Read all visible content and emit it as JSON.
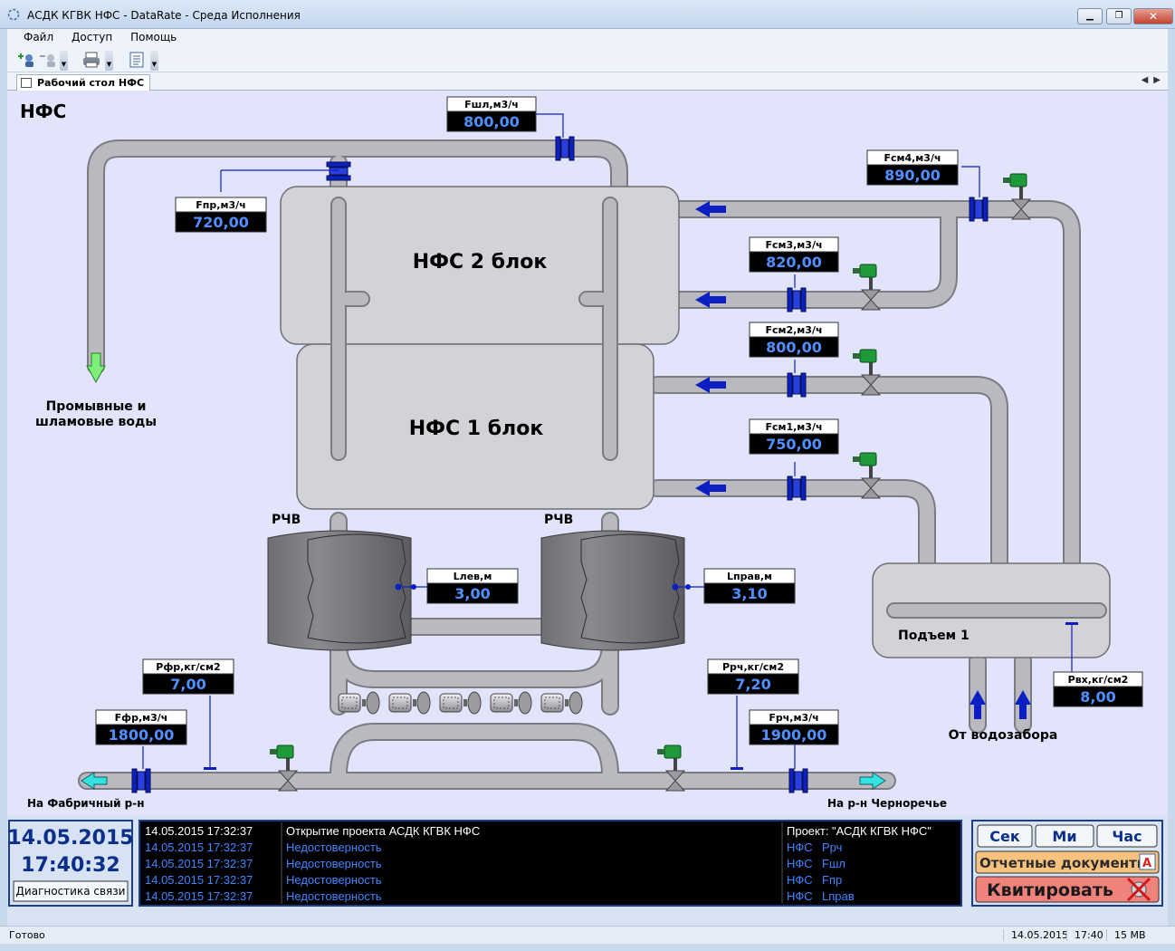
{
  "window": {
    "title": "АСДК КГВК НФС - DataRate - Среда Исполнения",
    "min_glyph": "▁",
    "max_glyph": "❐",
    "close_glyph": "✕"
  },
  "menu": [
    "Файл",
    "Доступ",
    "Помощь"
  ],
  "tab": {
    "label": "Рабочий стол НФС",
    "prev": "◀",
    "next": "▶"
  },
  "scene": {
    "title": "НФС",
    "block2_label": "НФС 2 блок",
    "block1_label": "НФС 1 блок",
    "lift_label": "Подъем 1",
    "rchv_left": "РЧВ",
    "rchv_right": "РЧВ",
    "drain_label_1": "Промывные и",
    "drain_label_2": "шламовые воды",
    "intake_label": "От водозабора",
    "left_dest": "На Фабричный р-н",
    "right_dest": "На р-н Черноречье"
  },
  "meters": {
    "fshl": {
      "label": "Fшл,м3/ч",
      "value": "800,00"
    },
    "fpr": {
      "label": "Fпр,м3/ч",
      "value": "720,00"
    },
    "fsm4": {
      "label": "Fсм4,м3/ч",
      "value": "890,00"
    },
    "fsm3": {
      "label": "Fсм3,м3/ч",
      "value": "820,00"
    },
    "fsm2": {
      "label": "Fсм2,м3/ч",
      "value": "800,00"
    },
    "fsm1": {
      "label": "Fсм1,м3/ч",
      "value": "750,00"
    },
    "llev": {
      "label": "Lлев,м",
      "value": "3,00"
    },
    "lprav": {
      "label": "Lправ,м",
      "value": "3,10"
    },
    "pfr": {
      "label": "Рфр,кг/см2",
      "value": "7,00"
    },
    "prch": {
      "label": "Ррч,кг/см2",
      "value": "7,20"
    },
    "ffr": {
      "label": "Fфр,м3/ч",
      "value": "1800,00"
    },
    "frch": {
      "label": "Fрч,м3/ч",
      "value": "1900,00"
    },
    "pvx": {
      "label": "Рвх,кг/см2",
      "value": "8,00"
    }
  },
  "clock": {
    "date": "14.05.2015",
    "time": "17:40:32",
    "diag_button": "Диагностика связи"
  },
  "log": [
    {
      "ts": "14.05.2015 17:32:37",
      "msg": "Открытие проекта АСДК КГВК НФС",
      "src": "Проект: \"АСДК КГВК НФС\"",
      "tag": ""
    },
    {
      "ts": "14.05.2015 17:32:37",
      "msg": "Недостоверность",
      "src": "НФС",
      "tag": "Ррч"
    },
    {
      "ts": "14.05.2015 17:32:37",
      "msg": "Недостоверность",
      "src": "НФС",
      "tag": "Fшл"
    },
    {
      "ts": "14.05.2015 17:32:37",
      "msg": "Недостоверность",
      "src": "НФС",
      "tag": "Fпр"
    },
    {
      "ts": "14.05.2015 17:32:37",
      "msg": "Недостоверность",
      "src": "НФС",
      "tag": "Lправ"
    }
  ],
  "controls": {
    "sec": "Сек",
    "min": "Ми",
    "hour": "Час",
    "reports": "Отчетные документы",
    "reports_badge": "A",
    "ack": "Квитировать"
  },
  "status": {
    "ready": "Готово",
    "date": "14.05.2015",
    "time": "17:40",
    "memory": "15 MB"
  },
  "colors": {
    "canvas_bg": "#e2e4fb",
    "pipe": "#b7b7bd",
    "tank": "#d3d3d7",
    "meter_bg": "#000000",
    "meter_value": "#4f8fff",
    "flow_arrow": "#0c1fc2",
    "log_info": "#ffffff",
    "log_alarm": "#3f86ff",
    "ack_bg": "#f0827c",
    "reports_bg": "#f6c27e"
  }
}
